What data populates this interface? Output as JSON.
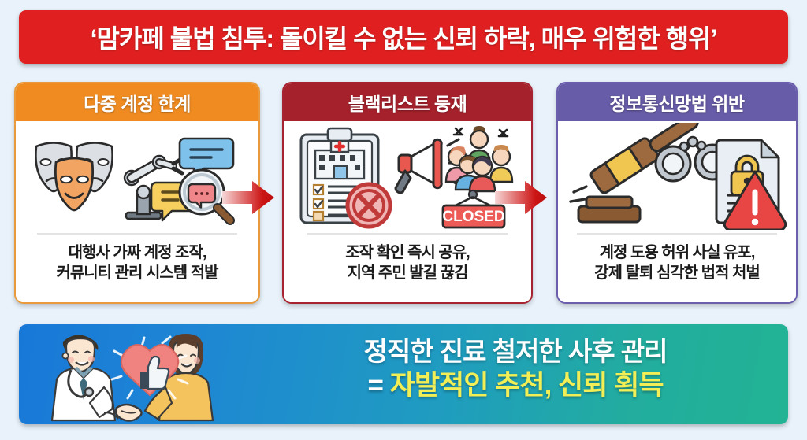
{
  "header": {
    "title": "‘맘카페 불법 침투: 돌이킬 수 없는 신뢰 하락, 매우 위험한 행위’",
    "bg_color": "#e02020",
    "text_color": "#ffffff"
  },
  "cards": [
    {
      "id": "multi-account-limit",
      "header": "다중 계정 한계",
      "header_color": "#ef8b21",
      "caption": "대행사 가짜 계정 조작,\n커뮤니티 관리 시스템 적발",
      "icons": [
        "theater-masks-icon",
        "robot-arm-icon",
        "chat-bubble-icon",
        "magnifier-icon"
      ]
    },
    {
      "id": "blacklist-registration",
      "header": "블랙리스트 등재",
      "header_color": "#a5212c",
      "caption": "조작 확인 즉시 공유,\n지역 주민 발길 끊김",
      "icons": [
        "hospital-checklist-icon",
        "prohibition-icon",
        "megaphone-icon",
        "people-group-icon",
        "closed-sign-icon"
      ],
      "sign_label": "CLOSED"
    },
    {
      "id": "network-act-violation",
      "header": "정보통신망법 위반",
      "header_color": "#675ca7",
      "caption": "계정 도용 허위 사실 유포,\n강제 탈퇴 심각한 법적 처벌",
      "icons": [
        "gavel-icon",
        "handcuffs-icon",
        "locked-document-icon",
        "warning-triangle-icon"
      ]
    }
  ],
  "arrows": [
    {
      "id": "arrow-card1-to-card2",
      "direction": "right",
      "color": "#cc1414"
    },
    {
      "id": "arrow-card2-to-card3",
      "direction": "right",
      "color": "#cc1414"
    }
  ],
  "footer": {
    "line1": "정직한 진료 철저한 사후 관리",
    "equals": "=",
    "line2": "자발적인 추천, 신뢰 획득",
    "line1_color": "#ffffff",
    "line2_color": "#f2ee55",
    "gradient_from": "#1878d8",
    "gradient_to": "#22b394",
    "illustration": "doctor-patient-handshake-heart-thumbsup"
  },
  "page": {
    "background_color": "#e9f2fb"
  }
}
